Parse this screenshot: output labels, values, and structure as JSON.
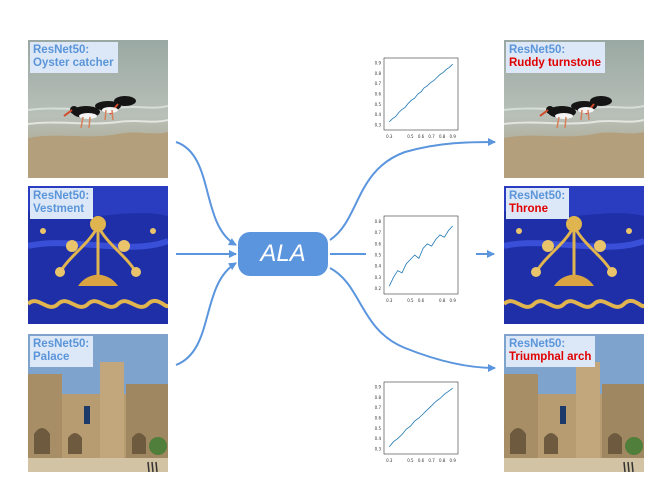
{
  "model_label": "ResNet50:",
  "method": {
    "label": "ALA"
  },
  "colors": {
    "accent": "#5b95de",
    "label_bg": "#dce8f7",
    "label_text": "#5b95d9",
    "adversarial_text": "#e00000",
    "arrow": "#5b95de"
  },
  "inputs": [
    {
      "label": "Oyster catcher"
    },
    {
      "label": "Vestment"
    },
    {
      "label": "Palace"
    }
  ],
  "outputs": [
    {
      "label": "Ruddy turnstone"
    },
    {
      "label": "Throne"
    },
    {
      "label": "Triumphal arch"
    }
  ],
  "plots": [
    {
      "x_ticks": [
        "0.3",
        "0.5",
        "0.6",
        "0.7",
        "0.8",
        "0.9"
      ],
      "y_ticks": [
        "0.3",
        "0.4",
        "0.5",
        "0.6",
        "0.7",
        "0.8",
        "0.9"
      ],
      "xlim": [
        0.25,
        0.95
      ],
      "ylim": [
        0.25,
        0.95
      ],
      "x": [
        0.3,
        0.33,
        0.36,
        0.39,
        0.42,
        0.45,
        0.48,
        0.51,
        0.54,
        0.57,
        0.6,
        0.63,
        0.66,
        0.69,
        0.72,
        0.75,
        0.78,
        0.81,
        0.84,
        0.87,
        0.9
      ],
      "y": [
        0.33,
        0.36,
        0.38,
        0.42,
        0.45,
        0.47,
        0.51,
        0.54,
        0.56,
        0.6,
        0.62,
        0.66,
        0.68,
        0.71,
        0.73,
        0.76,
        0.79,
        0.81,
        0.84,
        0.86,
        0.89
      ]
    },
    {
      "x_ticks": [
        "0.3",
        "0.5",
        "0.6",
        "0.8",
        "0.9"
      ],
      "y_ticks": [
        "0.2",
        "0.3",
        "0.4",
        "0.5",
        "0.6",
        "0.7",
        "0.8"
      ],
      "xlim": [
        0.25,
        0.95
      ],
      "ylim": [
        0.15,
        0.85
      ],
      "x": [
        0.3,
        0.34,
        0.38,
        0.42,
        0.46,
        0.5,
        0.54,
        0.58,
        0.62,
        0.66,
        0.7,
        0.74,
        0.78,
        0.82,
        0.86,
        0.9
      ],
      "y": [
        0.22,
        0.3,
        0.36,
        0.34,
        0.42,
        0.46,
        0.5,
        0.47,
        0.56,
        0.6,
        0.58,
        0.64,
        0.68,
        0.66,
        0.72,
        0.76
      ]
    },
    {
      "x_ticks": [
        "0.3",
        "0.5",
        "0.6",
        "0.7",
        "0.8",
        "0.9"
      ],
      "y_ticks": [
        "0.3",
        "0.4",
        "0.5",
        "0.6",
        "0.7",
        "0.8",
        "0.9"
      ],
      "xlim": [
        0.25,
        0.95
      ],
      "ylim": [
        0.25,
        0.95
      ],
      "x": [
        0.3,
        0.34,
        0.38,
        0.42,
        0.46,
        0.5,
        0.54,
        0.58,
        0.62,
        0.66,
        0.7,
        0.74,
        0.78,
        0.82,
        0.86,
        0.9
      ],
      "y": [
        0.32,
        0.37,
        0.4,
        0.44,
        0.49,
        0.52,
        0.57,
        0.6,
        0.64,
        0.68,
        0.72,
        0.76,
        0.79,
        0.83,
        0.86,
        0.89
      ]
    }
  ]
}
